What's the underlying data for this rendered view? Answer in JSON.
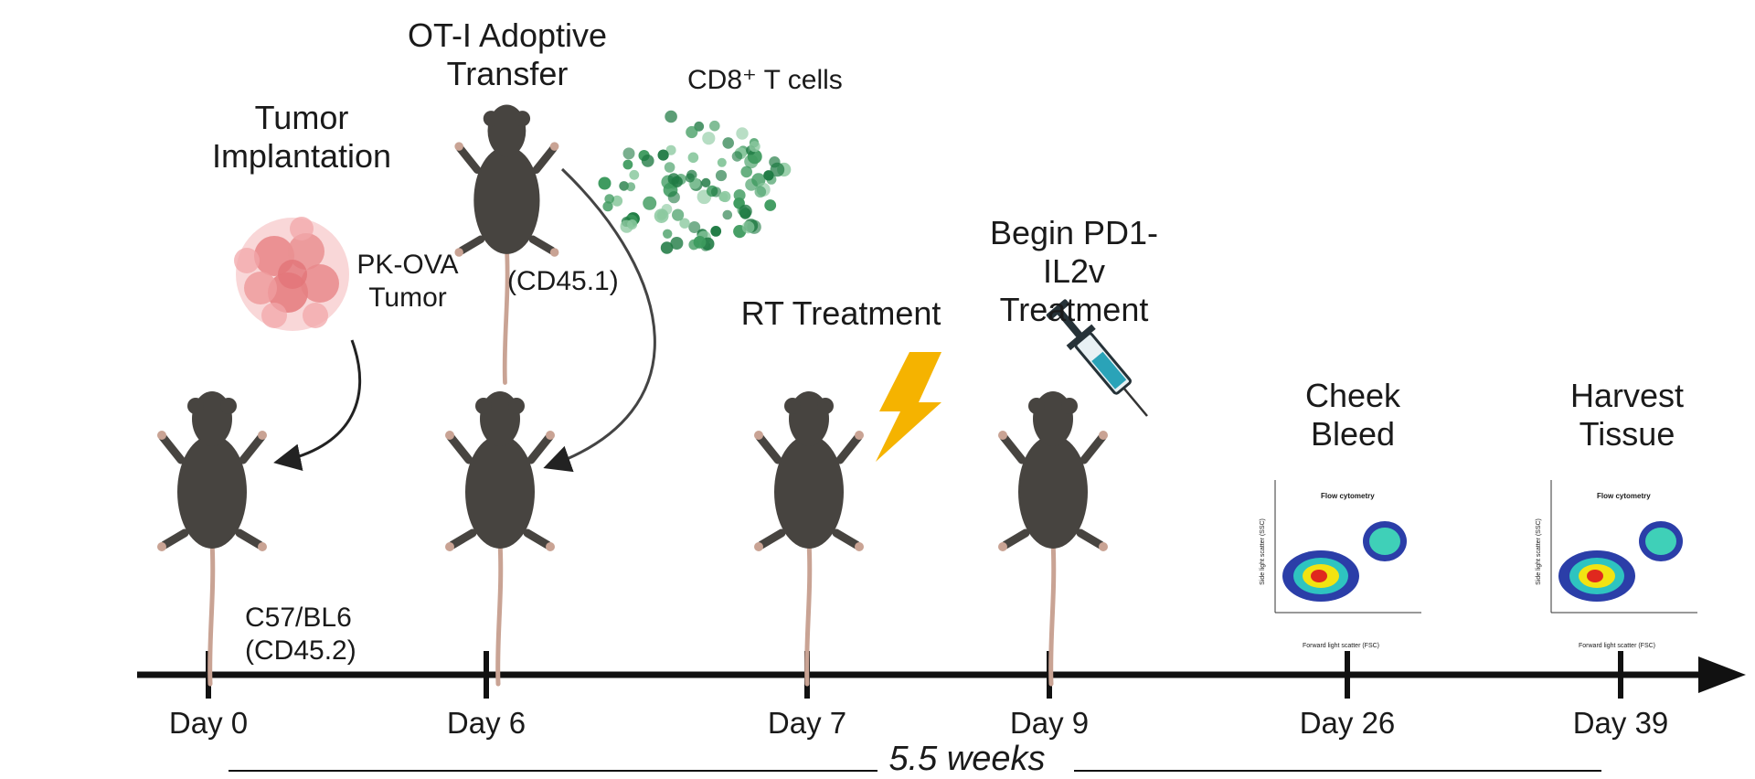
{
  "steps": [
    {
      "title": "Tumor\nImplantation",
      "day": "Day 0"
    },
    {
      "title": "OT-I Adoptive\nTransfer",
      "day": "Day 6"
    },
    {
      "title": "RT Treatment",
      "day": "Day 7"
    },
    {
      "title": "Begin PD1-\nIL2v\nTreatment",
      "day": "Day 9"
    },
    {
      "title": "Cheek\nBleed",
      "day": "Day 26"
    },
    {
      "title": "Harvest\nTissue",
      "day": "Day 39"
    }
  ],
  "labels": {
    "tumor": "PK-OVA\nTumor",
    "cells": "CD8⁺ T cells",
    "donor": "(CD45.1)",
    "host": "C57/BL6\n(CD45.2)",
    "duration": "5.5 weeks"
  },
  "flow_plot": {
    "title": "Flow cytometry",
    "xlabel": "Forward light scatter (FSC)",
    "ylabel": "Side light scatter (SSC)"
  },
  "colors": {
    "mouse": "#474440",
    "tail": "#c9a394",
    "tumor": "#e98a8c",
    "cells": "#3d9a5e",
    "bolt": "#f5b300",
    "axis": "#111111"
  },
  "icons": [
    "mouse-icon",
    "tumor-cluster-icon",
    "t-cell-cloud-icon",
    "lightning-bolt-icon",
    "syringe-icon",
    "flow-cytometry-plot-icon"
  ]
}
